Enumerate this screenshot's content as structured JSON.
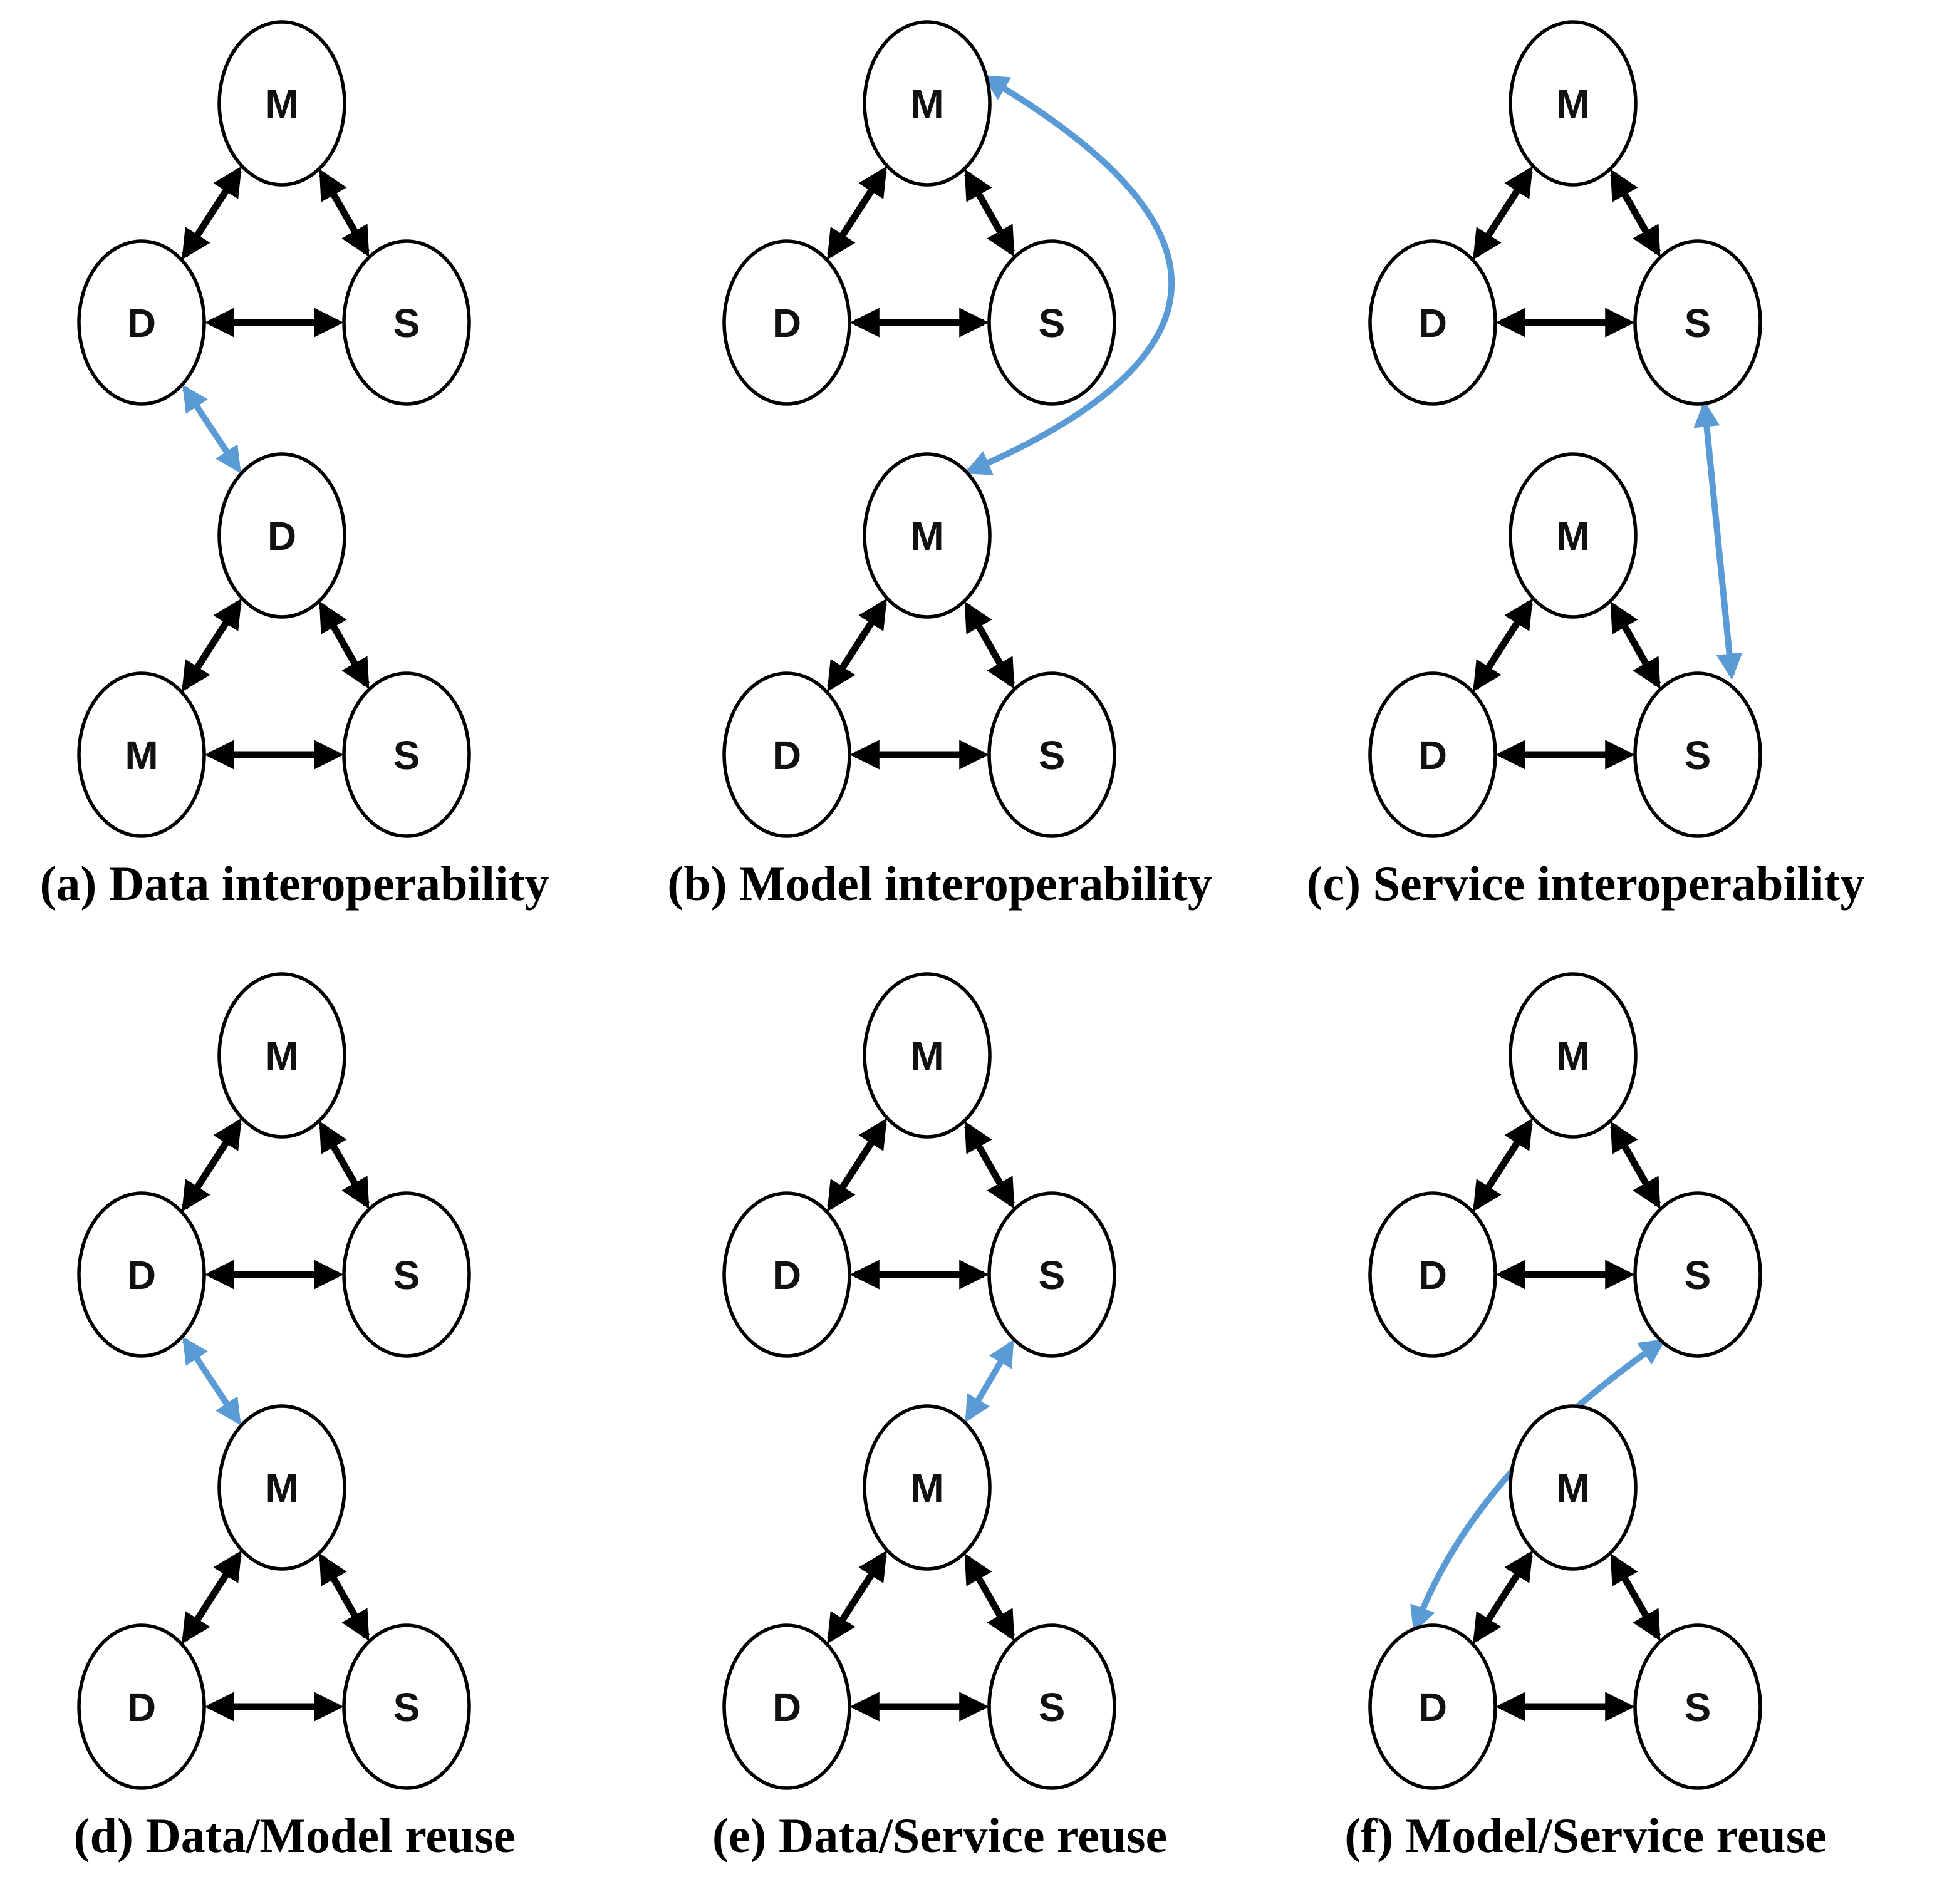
{
  "colors": {
    "background": "#ffffff",
    "node_fill": "#ffffff",
    "node_stroke": "#000000",
    "triangle_arrow": "#000000",
    "link_arrow": "#5B9BD5",
    "caption_text": "#000000"
  },
  "node_labels": {
    "model": "M",
    "data": "D",
    "service": "S"
  },
  "panels": [
    {
      "id": "a",
      "caption": "(a) Data interoperability",
      "top_triangle": {
        "apex": "M",
        "bottom_left": "D",
        "bottom_right": "S"
      },
      "bottom_triangle": {
        "apex": "D",
        "bottom_left": "M",
        "bottom_right": "S"
      },
      "link": {
        "from": "top.bottom_left",
        "to": "bottom.apex",
        "shape": "straight",
        "double_headed": true,
        "connects_labels": [
          "D",
          "D"
        ]
      }
    },
    {
      "id": "b",
      "caption": "(b) Model interoperability",
      "top_triangle": {
        "apex": "M",
        "bottom_left": "D",
        "bottom_right": "S"
      },
      "bottom_triangle": {
        "apex": "M",
        "bottom_left": "D",
        "bottom_right": "S"
      },
      "link": {
        "from": "top.apex",
        "to": "bottom.apex",
        "shape": "curve-right",
        "double_headed": true,
        "connects_labels": [
          "M",
          "M"
        ]
      }
    },
    {
      "id": "c",
      "caption": "(c) Service interoperability",
      "top_triangle": {
        "apex": "M",
        "bottom_left": "D",
        "bottom_right": "S"
      },
      "bottom_triangle": {
        "apex": "M",
        "bottom_left": "D",
        "bottom_right": "S"
      },
      "link": {
        "from": "top.bottom_right",
        "to": "bottom.bottom_right",
        "shape": "straight-tilted",
        "double_headed": true,
        "connects_labels": [
          "S",
          "S"
        ]
      }
    },
    {
      "id": "d",
      "caption": "(d) Data/Model reuse",
      "top_triangle": {
        "apex": "M",
        "bottom_left": "D",
        "bottom_right": "S"
      },
      "bottom_triangle": {
        "apex": "M",
        "bottom_left": "D",
        "bottom_right": "S"
      },
      "link": {
        "from": "top.bottom_left",
        "to": "bottom.apex",
        "shape": "straight",
        "double_headed": true,
        "connects_labels": [
          "D",
          "M"
        ]
      }
    },
    {
      "id": "e",
      "caption": "(e) Data/Service reuse",
      "top_triangle": {
        "apex": "M",
        "bottom_left": "D",
        "bottom_right": "S"
      },
      "bottom_triangle": {
        "apex": "M",
        "bottom_left": "D",
        "bottom_right": "S"
      },
      "link": {
        "from": "top.bottom_right",
        "to": "bottom.apex",
        "shape": "straight",
        "double_headed": true,
        "connects_labels": [
          "S",
          "M"
        ]
      }
    },
    {
      "id": "f",
      "caption": "(f) Model/Service reuse",
      "top_triangle": {
        "apex": "M",
        "bottom_left": "D",
        "bottom_right": "S"
      },
      "bottom_triangle": {
        "apex": "M",
        "bottom_left": "D",
        "bottom_right": "S"
      },
      "link": {
        "from": "top.bottom_right",
        "to": "bottom.bottom_left",
        "shape": "curve-left",
        "double_headed": true,
        "connects_labels": [
          "S",
          "D"
        ]
      }
    }
  ]
}
